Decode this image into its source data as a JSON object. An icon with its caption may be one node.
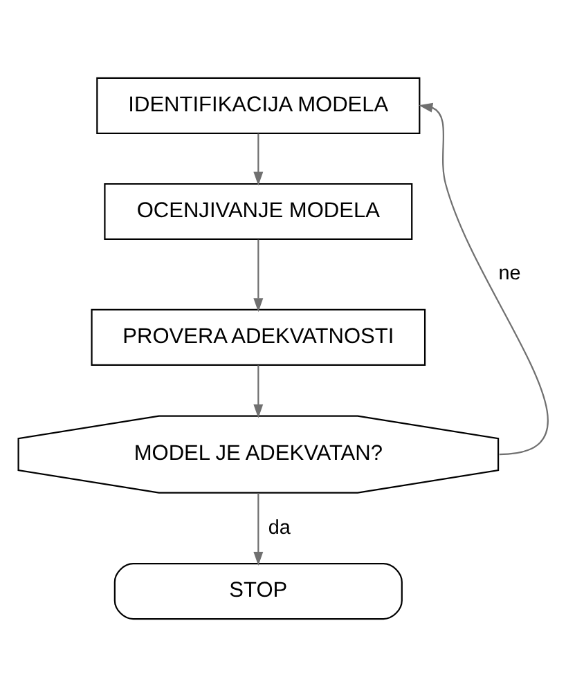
{
  "diagram": {
    "nodes": [
      {
        "text": [
          "IDENTIFIKACIJA MODELA"
        ]
      },
      {
        "text": [
          "OCENJIVANJE MODELA"
        ]
      },
      {
        "text": [
          "PROVERA ADEKVATNOSTI"
        ]
      },
      {
        "text": [
          "MODEL JE ADEKVATAN?"
        ]
      },
      {
        "text": [
          "STOP"
        ]
      }
    ],
    "edges": [
      {
        "from": 0,
        "to": 1,
        "arrow": "to"
      },
      {
        "from": 1,
        "to": 2,
        "arrow": "to"
      },
      {
        "from": 2,
        "to": 3,
        "arrow": "to"
      },
      {
        "from": 3,
        "to": 4,
        "arrow": "to",
        "label": "da"
      },
      {
        "from": 3,
        "to": 0,
        "arrow": "to",
        "label": "ne"
      }
    ]
  }
}
